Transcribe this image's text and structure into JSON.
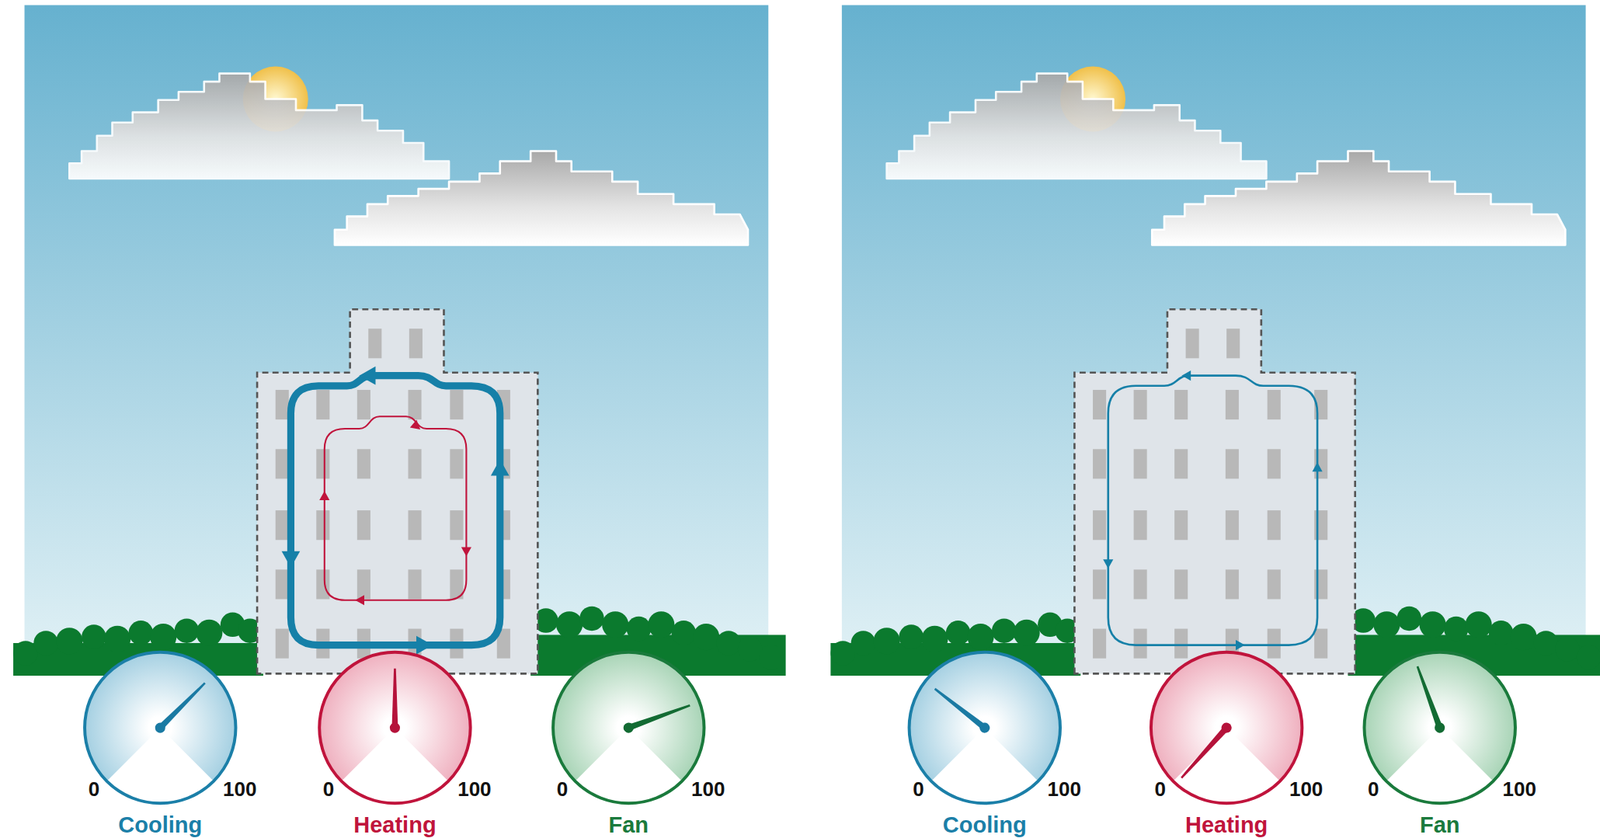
{
  "diagram": {
    "labels": [
      "0",
      "100",
      "Cooling",
      "0",
      "100",
      "Heating",
      "0",
      "100",
      "Fan",
      "0",
      "100",
      "Cooling",
      "0",
      "100",
      "Heating",
      "0",
      "100",
      "Fan"
    ]
  }
}
